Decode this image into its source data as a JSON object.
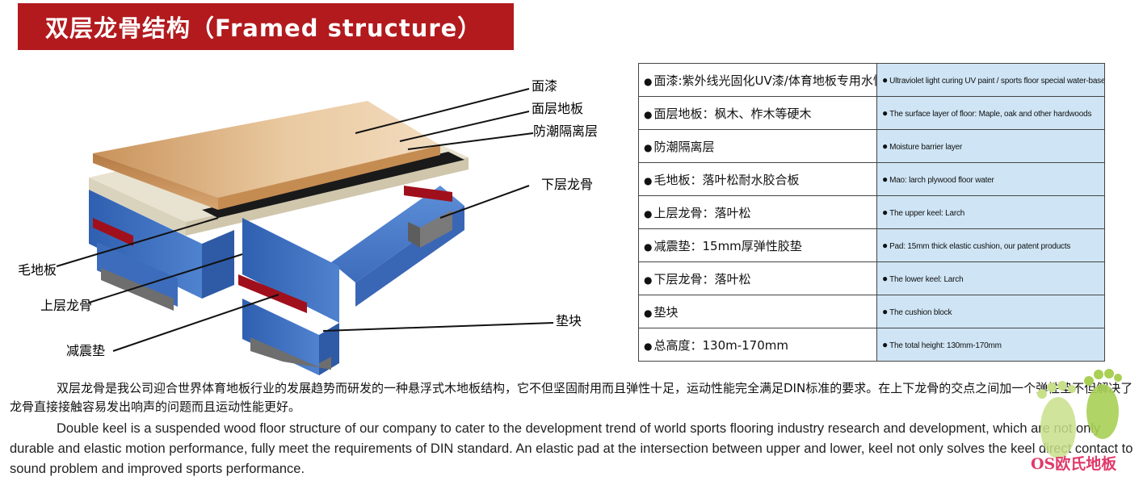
{
  "title": "双层龙骨结构（Framed structure）",
  "diagram": {
    "labels": {
      "paint": "面漆",
      "surface_floor": "面层地板",
      "moisture_barrier": "防潮隔离层",
      "lower_keel": "下层龙骨",
      "subfloor": "毛地板",
      "upper_keel": "上层龙骨",
      "cushion_pad": "减震垫",
      "block": "垫块"
    }
  },
  "table": {
    "rows": [
      {
        "zh": "面漆:紫外线光固化UV漆/体育地板专用水性漆",
        "en": "Ultraviolet light curing UV paint / sports floor special water-based paint"
      },
      {
        "zh": "面层地板：枫木、柞木等硬木",
        "en": "The surface layer of floor: Maple, oak and other hardwoods"
      },
      {
        "zh": "防潮隔离层",
        "en": "Moisture barrier layer"
      },
      {
        "zh": "毛地板：落叶松耐水胶合板",
        "en": "Mao: larch plywood floor water"
      },
      {
        "zh": "上层龙骨：落叶松",
        "en": "The upper keel: Larch"
      },
      {
        "zh": "减震垫：15mm厚弹性胶垫",
        "en": "Pad: 15mm thick elastic cushion, our patent products"
      },
      {
        "zh": "下层龙骨：落叶松",
        "en": "The lower keel: Larch"
      },
      {
        "zh": "垫块",
        "en": "The cushion block"
      },
      {
        "zh": "总高度：130m-170mm",
        "en": "The total height: 130mm-170mm"
      }
    ]
  },
  "description": {
    "zh": "双层龙骨是我公司迎合世界体育地板行业的发展趋势而研发的一种悬浮式木地板结构，它不但坚固耐用而且弹性十足，运动性能完全满足DIN标准的要求。在上下龙骨的交点之间加一个弹性垫不但解决了龙骨直接接触容易发出响声的问题而且运动性能更好。",
    "en": "Double keel is a suspended wood floor structure of our company to cater to the development trend of world sports flooring industry research and development, which are not only durable and elastic motion performance, fully meet the requirements of DIN standard. An elastic pad at the intersection between upper and lower, keel not only solves the keel direct contact to sound problem and improved sports performance."
  },
  "brand": "OS欧氏地板",
  "colors": {
    "banner": "#b21a1e",
    "table_en_bg": "#cfe5f5",
    "keel_blue": "#3f6fc0",
    "pad_red": "#a0101c",
    "wood": "#d9a874"
  }
}
